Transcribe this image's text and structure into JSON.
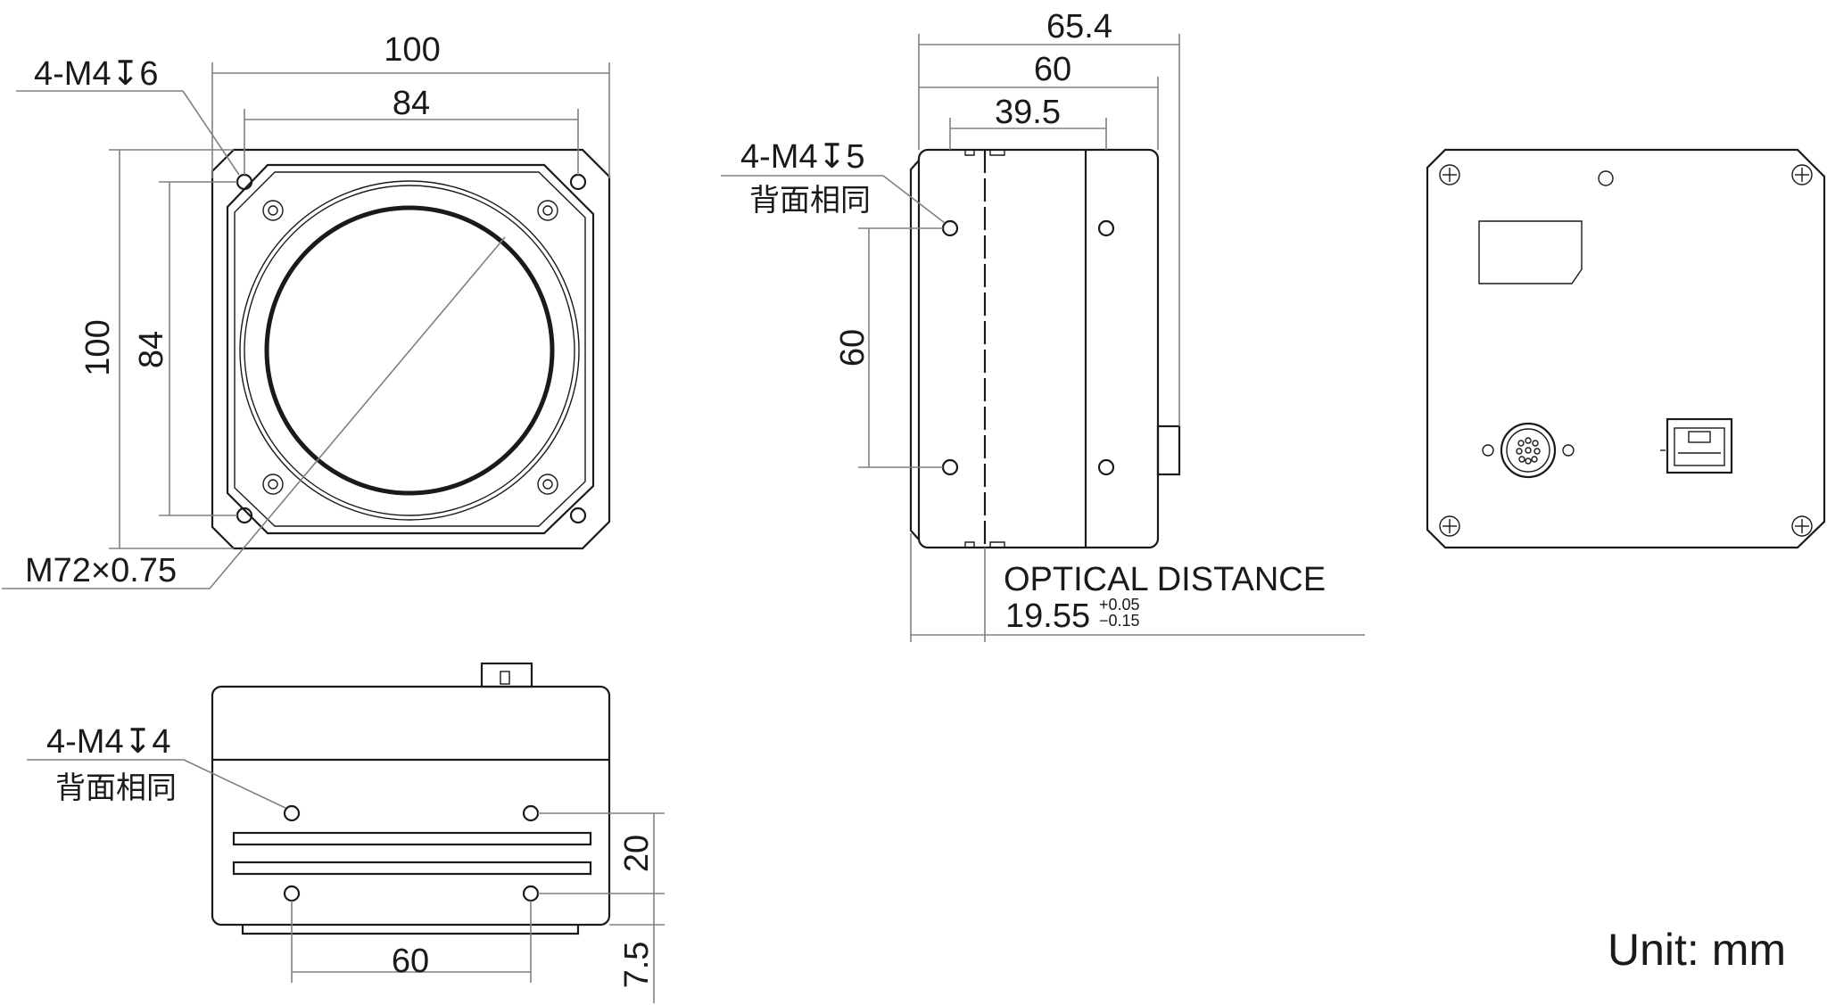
{
  "front_view": {
    "width_outer": "100",
    "width_inner": "84",
    "height_outer": "100",
    "height_inner": "84",
    "hole_callout": "4-M4↧6",
    "thread_callout": "M72×0.75"
  },
  "side_view": {
    "length_overall": "65.4",
    "length_body": "60",
    "length_front": "39.5",
    "hole_spacing": "60",
    "hole_callout_line1": "4-M4↧5",
    "hole_callout_line2": "背面相同",
    "optical_distance_label": "OPTICAL DISTANCE",
    "optical_distance_value": "19.55",
    "optical_tol_plus": "+0.05",
    "optical_tol_minus": "−0.15"
  },
  "bottom_view": {
    "hole_callout_line1": "4-M4↧4",
    "hole_callout_line2": "背面相同",
    "hole_spacing_x": "60",
    "hole_spacing_y": "20",
    "edge_offset": "7.5"
  },
  "unit_label": "Unit: mm"
}
